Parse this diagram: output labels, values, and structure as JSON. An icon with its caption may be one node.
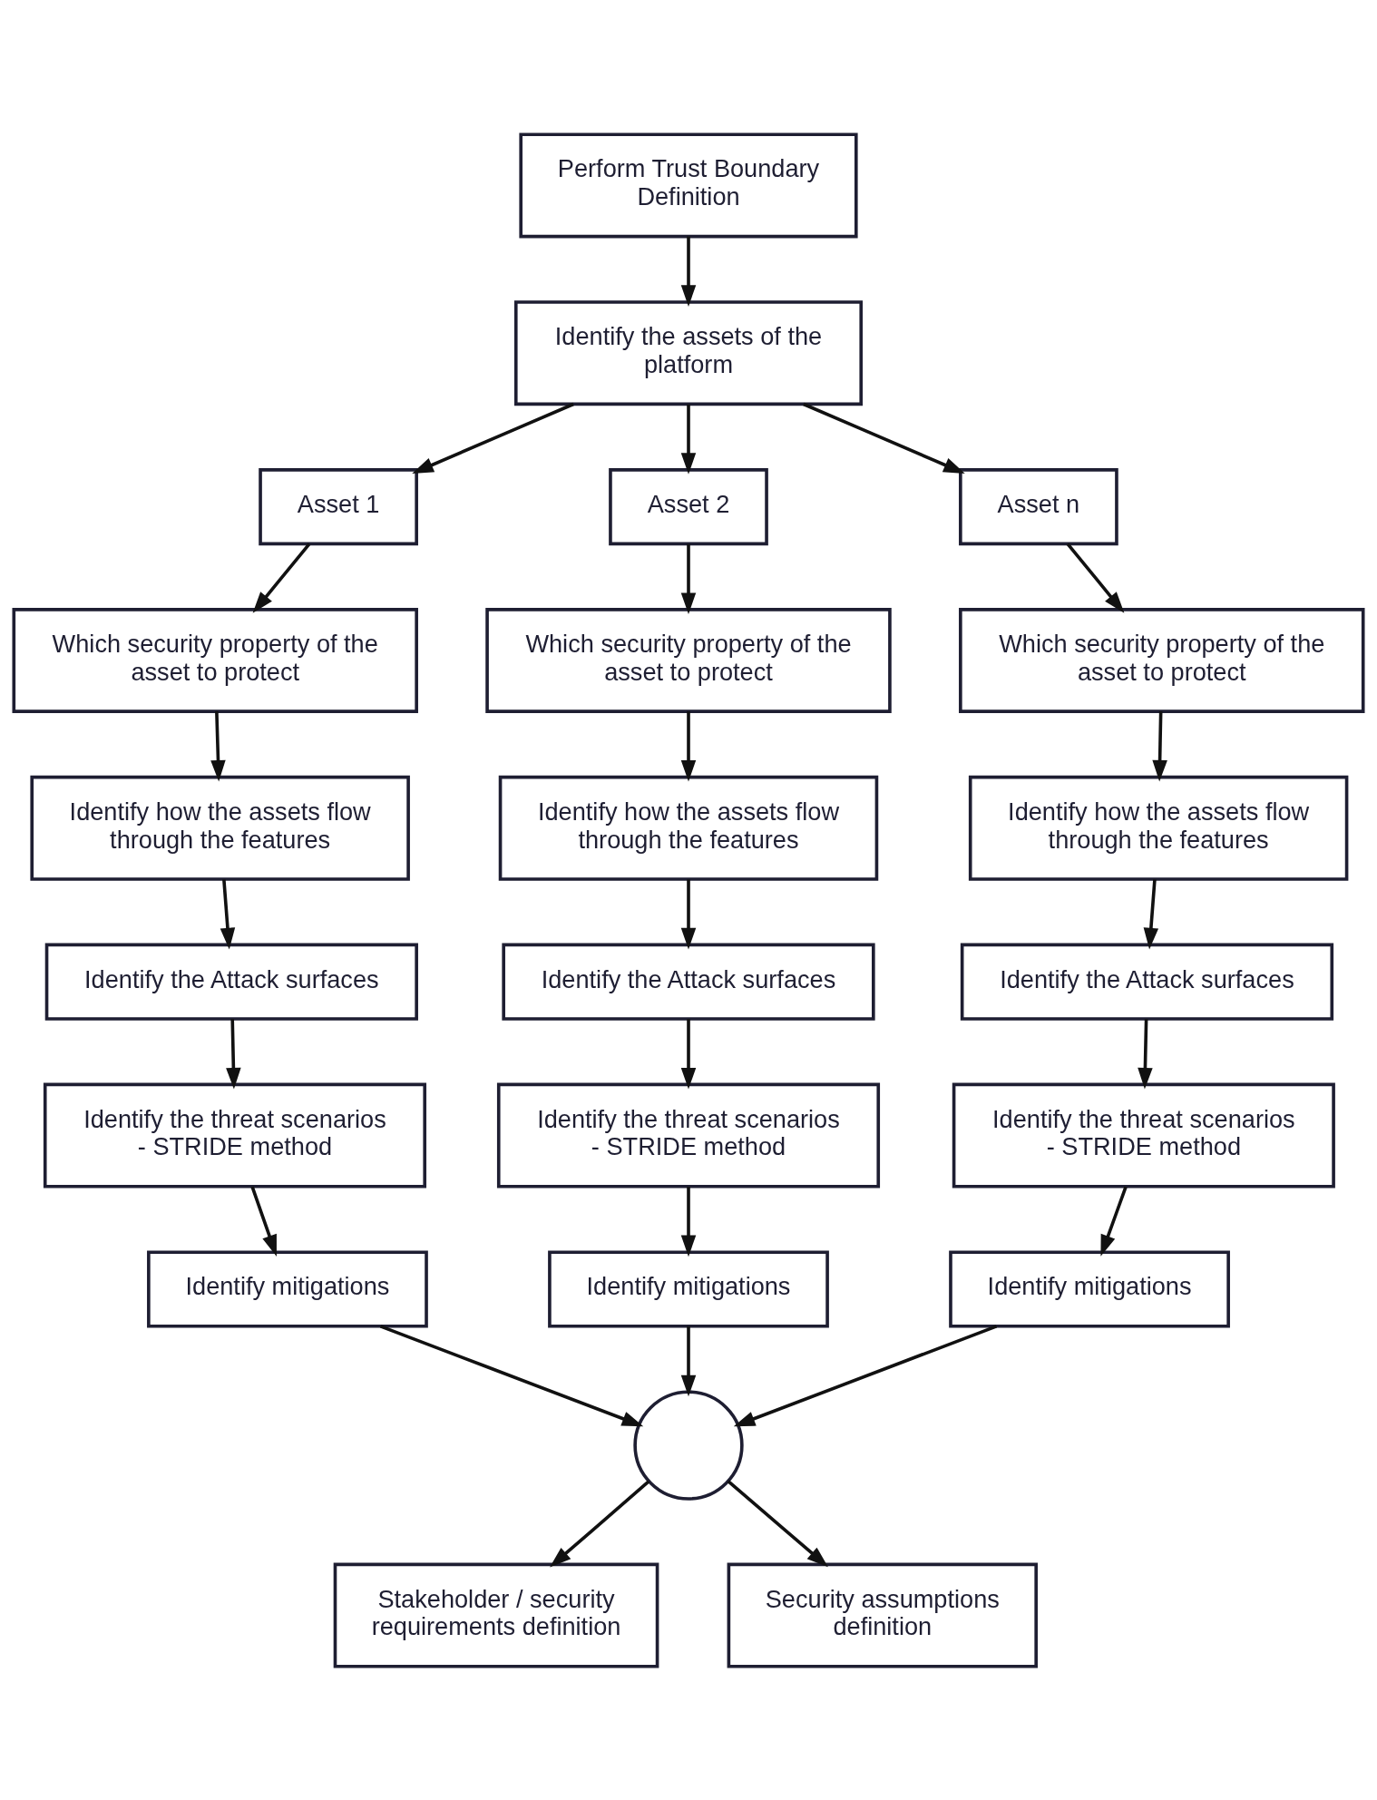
{
  "diagram": {
    "nodes": [
      {
        "text": [
          "Perform Trust Boundary Definition"
        ]
      },
      {
        "text": [
          "Identify the assets of the platform"
        ]
      },
      {
        "text": [
          "Asset 1"
        ]
      },
      {
        "text": [
          "Asset 2"
        ]
      },
      {
        "text": [
          "Asset n"
        ]
      },
      {
        "text": [
          "Which security property of the asset to protect"
        ]
      },
      {
        "text": [
          "Which security property of the asset to protect"
        ]
      },
      {
        "text": [
          "Which security property of the asset to protect"
        ]
      },
      {
        "text": [
          "Identify how the assets flow through the features"
        ]
      },
      {
        "text": [
          "Identify how the assets flow through the features"
        ]
      },
      {
        "text": [
          "Identify how the assets flow through the features"
        ]
      },
      {
        "text": [
          "Identify the Attack surfaces"
        ]
      },
      {
        "text": [
          "Identify the Attack surfaces"
        ]
      },
      {
        "text": [
          "Identify the Attack surfaces"
        ]
      },
      {
        "text": [
          "Identify the threat scenarios - STRIDE method"
        ]
      },
      {
        "text": [
          "Identify the threat scenarios - STRIDE method"
        ]
      },
      {
        "text": [
          "Identify the threat scenarios - STRIDE method"
        ]
      },
      {
        "text": [
          "Identify mitigations"
        ]
      },
      {
        "text": [
          "Identify mitigations"
        ]
      },
      {
        "text": [
          "Identify mitigations"
        ]
      },
      {
        "text": [],
        "shape": "circle"
      },
      {
        "text": [
          "Stakeholder / security requirements definition"
        ]
      },
      {
        "text": [
          "Security assumptions definition"
        ]
      }
    ],
    "edges": [
      {
        "from": 0,
        "to": 1,
        "arrow": "to"
      },
      {
        "from": 1,
        "to": 2,
        "arrow": "to"
      },
      {
        "from": 1,
        "to": 3,
        "arrow": "to"
      },
      {
        "from": 1,
        "to": 4,
        "arrow": "to"
      },
      {
        "from": 2,
        "to": 5,
        "arrow": "to"
      },
      {
        "from": 3,
        "to": 6,
        "arrow": "to"
      },
      {
        "from": 4,
        "to": 7,
        "arrow": "to"
      },
      {
        "from": 5,
        "to": 8,
        "arrow": "to"
      },
      {
        "from": 6,
        "to": 9,
        "arrow": "to"
      },
      {
        "from": 7,
        "to": 10,
        "arrow": "to"
      },
      {
        "from": 8,
        "to": 11,
        "arrow": "to"
      },
      {
        "from": 9,
        "to": 12,
        "arrow": "to"
      },
      {
        "from": 10,
        "to": 13,
        "arrow": "to"
      },
      {
        "from": 11,
        "to": 14,
        "arrow": "to"
      },
      {
        "from": 12,
        "to": 15,
        "arrow": "to"
      },
      {
        "from": 13,
        "to": 16,
        "arrow": "to"
      },
      {
        "from": 14,
        "to": 17,
        "arrow": "to"
      },
      {
        "from": 15,
        "to": 18,
        "arrow": "to"
      },
      {
        "from": 16,
        "to": 19,
        "arrow": "to"
      },
      {
        "from": 17,
        "to": 20,
        "arrow": "to"
      },
      {
        "from": 18,
        "to": 20,
        "arrow": "to"
      },
      {
        "from": 19,
        "to": 20,
        "arrow": "to"
      },
      {
        "from": 20,
        "to": 21,
        "arrow": "to"
      },
      {
        "from": 20,
        "to": 22,
        "arrow": "to"
      }
    ]
  }
}
